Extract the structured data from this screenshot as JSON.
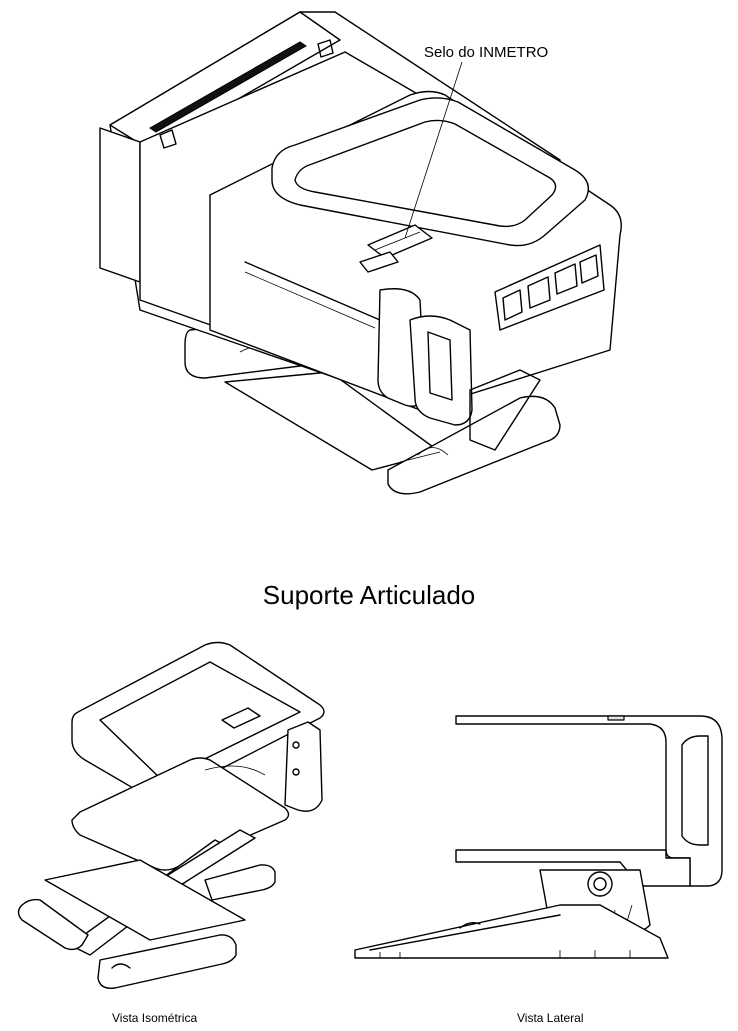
{
  "labels": {
    "seal": "Selo do INMETRO",
    "section_title": "Suporte Articulado",
    "iso_view": "Vista Isométrica",
    "side_view": "Vista Lateral"
  },
  "colors": {
    "ink": "#000000",
    "background": "#ffffff",
    "shade": "#e6e6e6"
  }
}
